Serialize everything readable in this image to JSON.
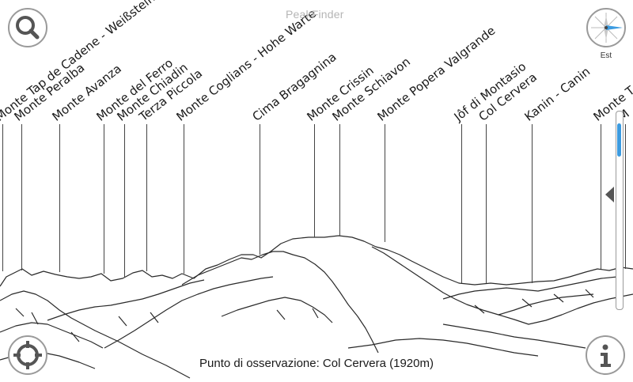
{
  "app": {
    "title": "PeakFinder"
  },
  "compass": {
    "direction_label": "Est",
    "needle_color": "#3c9be0"
  },
  "buttons": {
    "search_icon": "search-icon",
    "locate_icon": "crosshair-icon",
    "info_icon": "info-icon"
  },
  "observation": {
    "text": "Punto di osservazione: Col Cervera (1920m)"
  },
  "peaks": [
    {
      "name": "Monte Tap de Cadene - Weißsteinspitze"
    },
    {
      "name": "Monte Peralba"
    },
    {
      "name": "Monte Avanza"
    },
    {
      "name": "Monte del Ferro"
    },
    {
      "name": "Monte Chiadin"
    },
    {
      "name": "Terza Piccola"
    },
    {
      "name": "Monte Coglians - Hohe Warte"
    },
    {
      "name": "Cima Bragagnina"
    },
    {
      "name": "Monte Crissin"
    },
    {
      "name": "Monte Schiavon"
    },
    {
      "name": "Monte Popera Valgrande"
    },
    {
      "name": "Jôf di Montasio"
    },
    {
      "name": "Col Cervera"
    },
    {
      "name": "Kanin - Canin"
    },
    {
      "name": "Monte T"
    },
    {
      "name": "M"
    }
  ],
  "scrollbar": {
    "thumb_color": "#3c9be0"
  }
}
